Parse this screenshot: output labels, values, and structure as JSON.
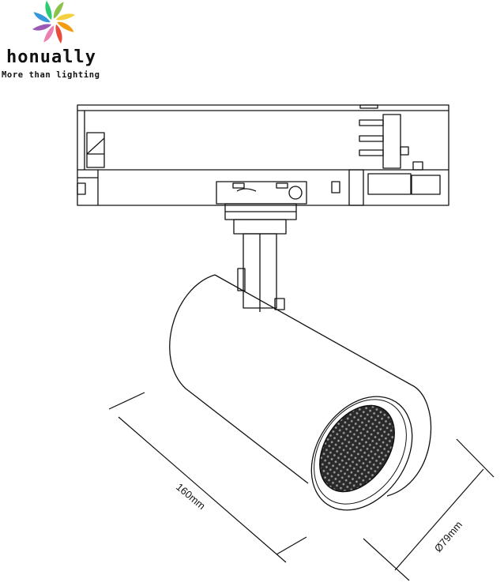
{
  "brand": {
    "name": "honually",
    "tagline": "More than lighting",
    "petal_colors": [
      "#f4d03f",
      "#f39c12",
      "#e74c3c",
      "#ec7fb0",
      "#9b59b6",
      "#3498db",
      "#2ecc71",
      "#8bc34a"
    ]
  },
  "dimensions": {
    "length": "160mm",
    "diameter": "Ø79mm"
  }
}
